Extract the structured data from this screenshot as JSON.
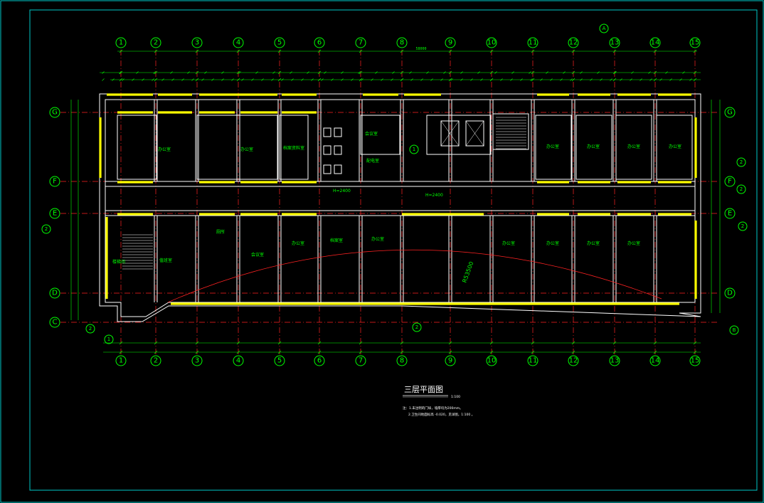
{
  "drawing": {
    "title": "三层平面图",
    "scale": "1:100",
    "notes": [
      "注：1.未注明的门垛，墙厚均为200mm。",
      "2.卫生间地面标高  -0.020，见详图，1:100 。"
    ],
    "colors": {
      "background": "#000000",
      "frame": "#00c8c8",
      "grid": "#ff2222",
      "dimension": "#00ff00",
      "wall": "#ffffff",
      "window": "#ffff00"
    }
  },
  "axes": {
    "columns": [
      "1",
      "2",
      "3",
      "4",
      "5",
      "6",
      "7",
      "8",
      "9",
      "10",
      "11",
      "12",
      "13",
      "14",
      "15"
    ],
    "rows": [
      "G",
      "F",
      "E",
      "D",
      "C"
    ],
    "sub_labels": [
      "A",
      "B",
      "1",
      "2"
    ],
    "overall_width": "58000"
  },
  "rooms": [
    "办公室",
    "办公室",
    "档案资料室",
    "会议室",
    "配电室",
    "办公室",
    "办公室",
    "办公室",
    "办公室",
    "楼梯间",
    "值班室",
    "厕所",
    "会议室",
    "办公室",
    "档案室",
    "办公室",
    "办公室",
    "办公室",
    "办公室",
    "办公室"
  ],
  "annotations": {
    "radius": "R53500",
    "corridor_elev": "H=2400",
    "elev_left": "H=2400"
  }
}
